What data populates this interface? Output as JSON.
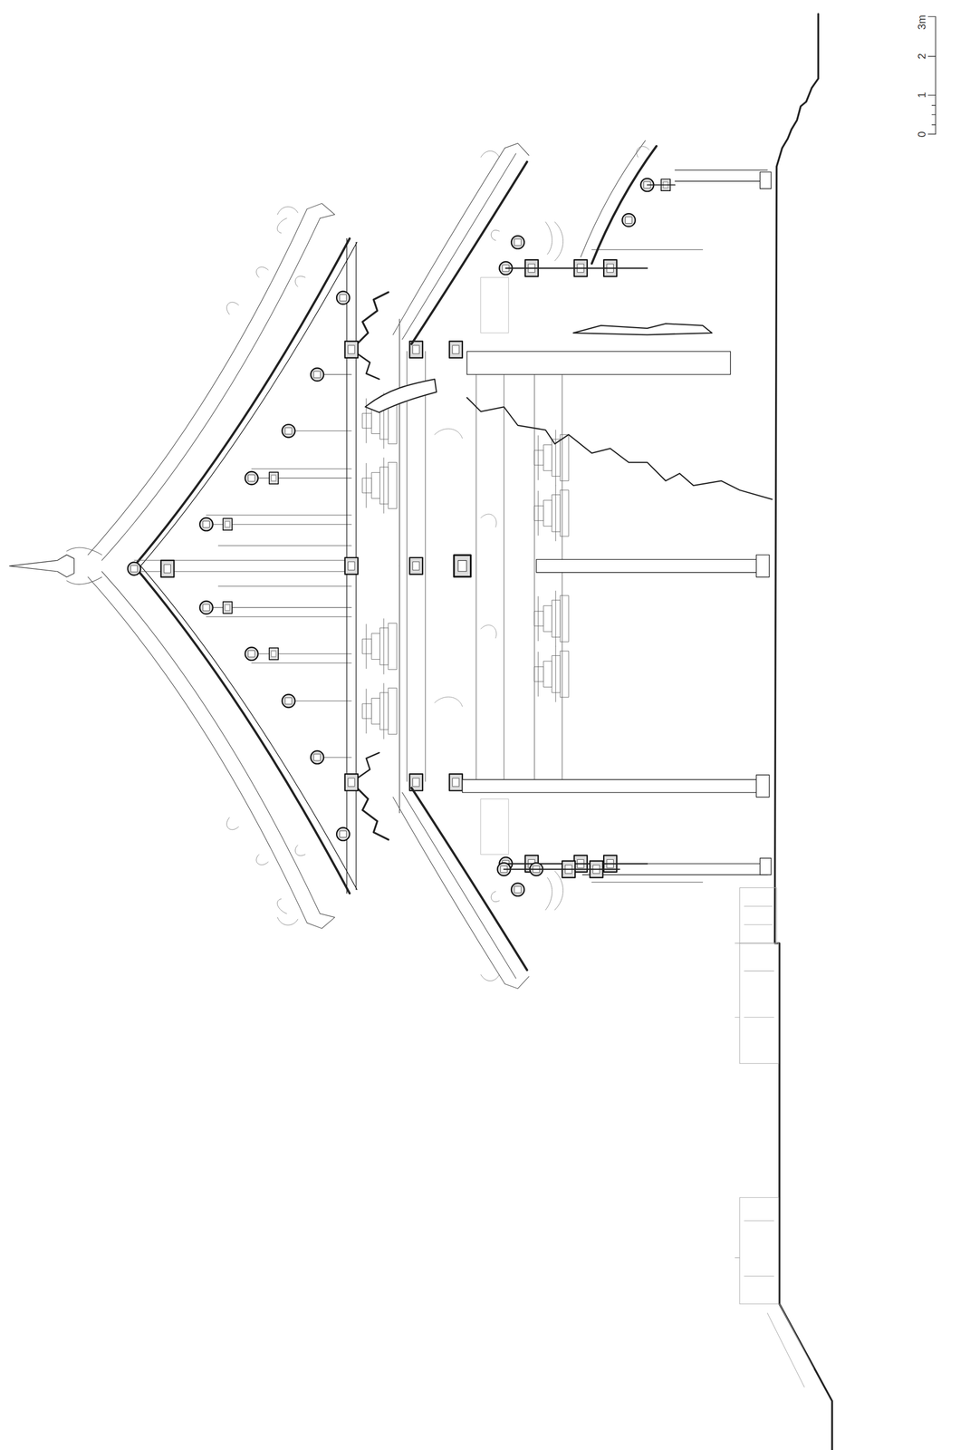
{
  "diagram": {
    "labels": [
      "0",
      "1",
      "2",
      "3m"
    ]
  }
}
